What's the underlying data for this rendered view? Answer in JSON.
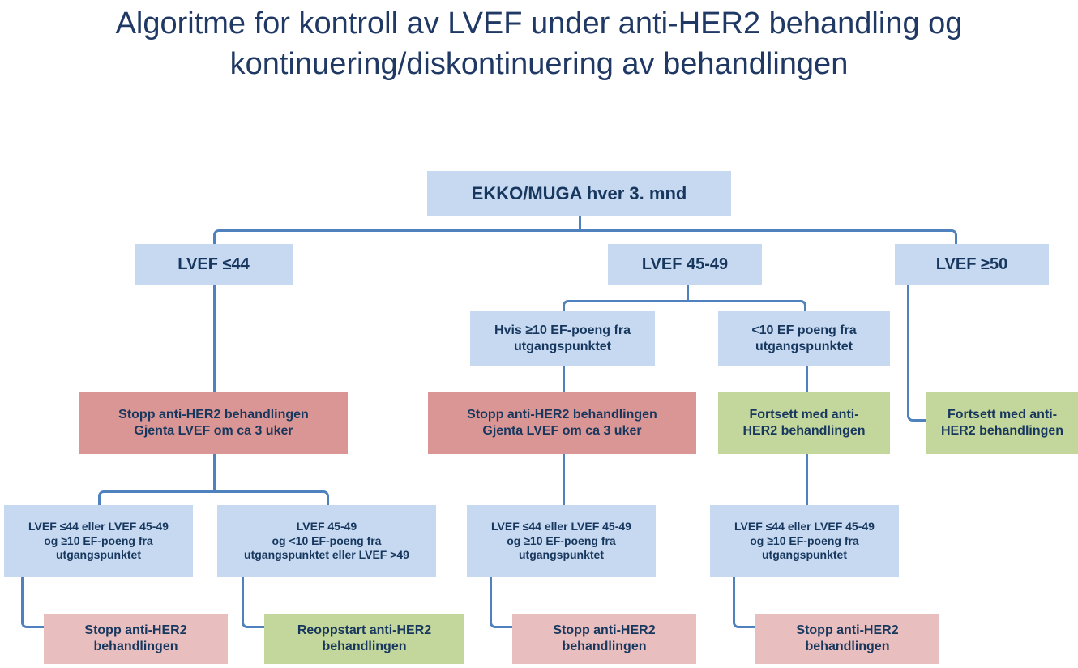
{
  "title": "Algoritme for kontroll av LVEF under anti-HER2 behandling og kontinuering/diskontinuering av behandlingen",
  "colors": {
    "title_text": "#1F3864",
    "box_text": "#17375E",
    "blue_fill": "#C6D9F0",
    "red_fill": "#D99694",
    "pink_fill": "#E9BEBE",
    "green_fill": "#C3D69B",
    "connector": "#4E81BD"
  },
  "nodes": {
    "root": "EKKO/MUGA hver 3. mnd",
    "lvef_low": "LVEF ≤44",
    "lvef_mid": "LVEF 45-49",
    "lvef_high": "LVEF ≥50",
    "mid_drop10": "Hvis ≥10 EF-poeng fra utgangspunktet",
    "mid_under10": "<10 EF poeng fra utgangspunktet",
    "stop_repeat_left": "Stopp anti-HER2 behandlingen Gjenta LVEF om ca 3 uker",
    "stop_repeat_mid": "Stopp anti-HER2 behandlingen Gjenta LVEF om ca 3 uker",
    "continue_mid": "Fortsett med anti-HER2 behandlingen",
    "continue_right": "Fortsett med anti-HER2 behandlingen",
    "recheck_left_a": "LVEF ≤44 eller LVEF 45-49 og ≥10 EF-poeng fra utgangspunktet",
    "recheck_left_b": "LVEF 45-49 og <10 EF-poeng fra utgangspunktet eller LVEF >49",
    "recheck_mid": "LVEF ≤44 eller LVEF 45-49 og ≥10 EF-poeng fra utgangspunktet",
    "recheck_right": "LVEF ≤44 eller LVEF 45-49 og ≥10 EF-poeng fra utgangspunktet",
    "stop_1": "Stopp anti-HER2 behandlingen",
    "restart": "Reoppstart anti-HER2 behandlingen",
    "stop_2": "Stopp anti-HER2 behandlingen",
    "stop_3": "Stopp anti-HER2 behandlingen"
  },
  "node_lines": {
    "stop_repeat_left": [
      "Stopp anti-HER2 behandlingen",
      "Gjenta LVEF om ca 3 uker"
    ],
    "stop_repeat_mid": [
      "Stopp anti-HER2 behandlingen",
      "Gjenta LVEF om ca 3 uker"
    ],
    "mid_drop10": [
      "Hvis ≥10 EF-poeng fra",
      "utgangspunktet"
    ],
    "mid_under10": [
      "<10 EF poeng fra",
      "utgangspunktet"
    ],
    "continue_mid": [
      "Fortsett med anti-",
      "HER2 behandlingen"
    ],
    "continue_right": [
      "Fortsett med anti-",
      "HER2 behandlingen"
    ],
    "recheck_left_a": [
      "LVEF ≤44 eller LVEF 45-49",
      "og ≥10 EF-poeng fra",
      "utgangspunktet"
    ],
    "recheck_left_b": [
      "LVEF 45-49",
      "og <10 EF-poeng fra",
      "utgangspunktet eller LVEF >49"
    ],
    "recheck_mid": [
      "LVEF ≤44 eller LVEF 45-49",
      "og ≥10 EF-poeng fra",
      "utgangspunktet"
    ],
    "recheck_right": [
      "LVEF ≤44 eller LVEF 45-49",
      "og ≥10 EF-poeng fra",
      "utgangspunktet"
    ],
    "stop_1": [
      "Stopp anti-HER2",
      "behandlingen"
    ],
    "restart": [
      "Reoppstart anti-HER2",
      "behandlingen"
    ],
    "stop_2": [
      "Stopp anti-HER2",
      "behandlingen"
    ],
    "stop_3": [
      "Stopp anti-HER2",
      "behandlingen"
    ]
  }
}
